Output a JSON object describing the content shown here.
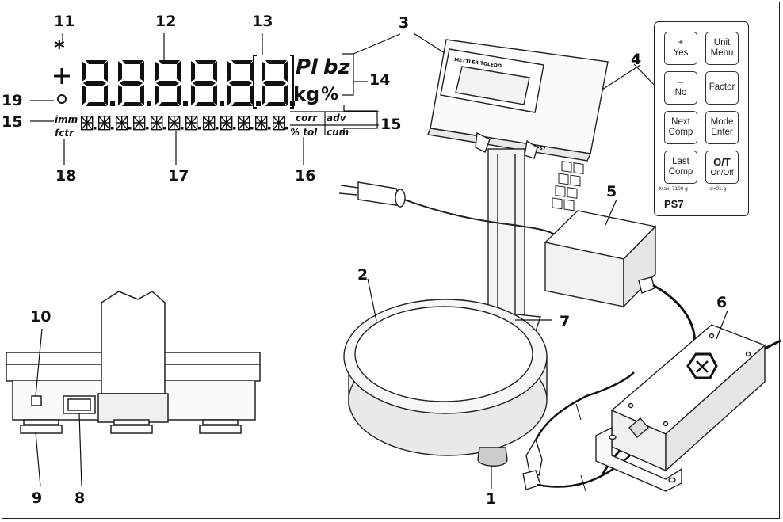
{
  "lcd": {
    "star": "*",
    "units": {
      "pl": "Pl",
      "bz": "bz",
      "kg": "kg",
      "pct": "%"
    },
    "labels": {
      "imm": "imm",
      "fctr": "fctr",
      "corr": "corr",
      "adv": "adv",
      "pct_tol": "% tol",
      "cum": "cum"
    }
  },
  "callouts": [
    "1",
    "2",
    "3",
    "4",
    "5",
    "6",
    "7",
    "8",
    "9",
    "10",
    "11",
    "12",
    "13",
    "14",
    "15",
    "16",
    "17",
    "18",
    "19"
  ],
  "terminal": {
    "brand": "METTLER TOLEDO",
    "model": "PS7"
  },
  "keypad": {
    "keys": [
      {
        "l1": "+",
        "l2": "Yes"
      },
      {
        "l1": "Unit",
        "l2": "Menu"
      },
      {
        "l1": "–",
        "l2": "No"
      },
      {
        "l1": "Factor",
        "l2": ""
      },
      {
        "l1": "Next",
        "l2": "Comp"
      },
      {
        "l1": "Mode",
        "l2": "Enter"
      },
      {
        "l1": "Last",
        "l2": "Comp"
      },
      {
        "l1": "O/T",
        "l2": "On/Off"
      }
    ],
    "max_text": "Max. 7100 g",
    "d_text": "d=01.g",
    "model": "PS7"
  }
}
